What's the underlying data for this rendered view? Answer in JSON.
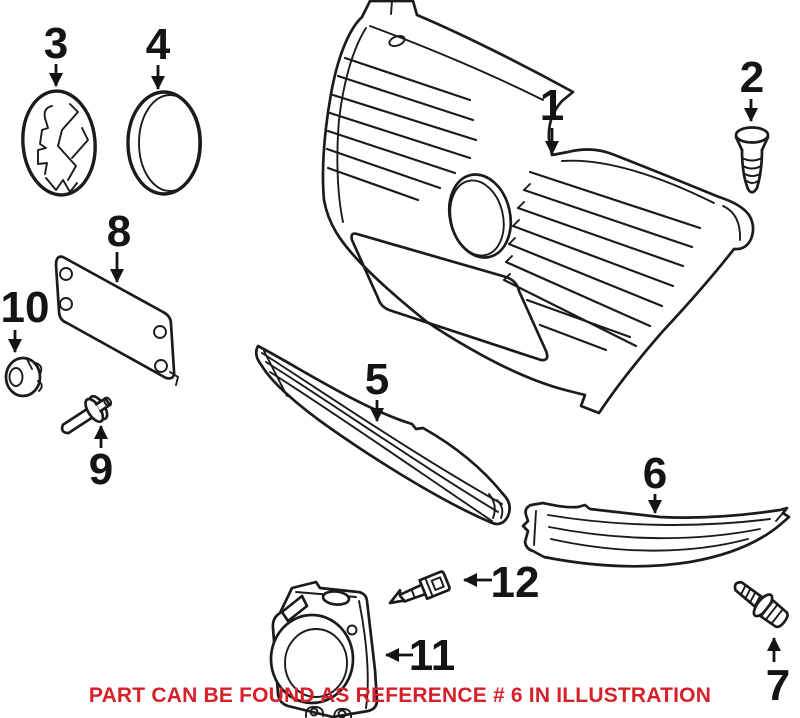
{
  "canvas": {
    "background": "#ffffff",
    "line_color": "#1b1b1b",
    "label_color": "#141414"
  },
  "parts": {
    "grille": {
      "ref": "1"
    },
    "grille_screw": {
      "ref": "2"
    },
    "vw_emblem": {
      "ref": "3"
    },
    "emblem_cap": {
      "ref": "4"
    },
    "upper_molding": {
      "ref": "5"
    },
    "lower_molding": {
      "ref": "6"
    },
    "sensor_bolt": {
      "ref": "7"
    },
    "license_bracket": {
      "ref": "8"
    },
    "bracket_stud": {
      "ref": "9"
    },
    "bracket_nut": {
      "ref": "10"
    },
    "distance_sensor": {
      "ref": "11"
    },
    "retainer_clip": {
      "ref": "12"
    }
  },
  "caption": {
    "text": "PART CAN BE FOUND AS REFERENCE # 6 IN ILLUSTRATION",
    "color": "#d6212b"
  }
}
